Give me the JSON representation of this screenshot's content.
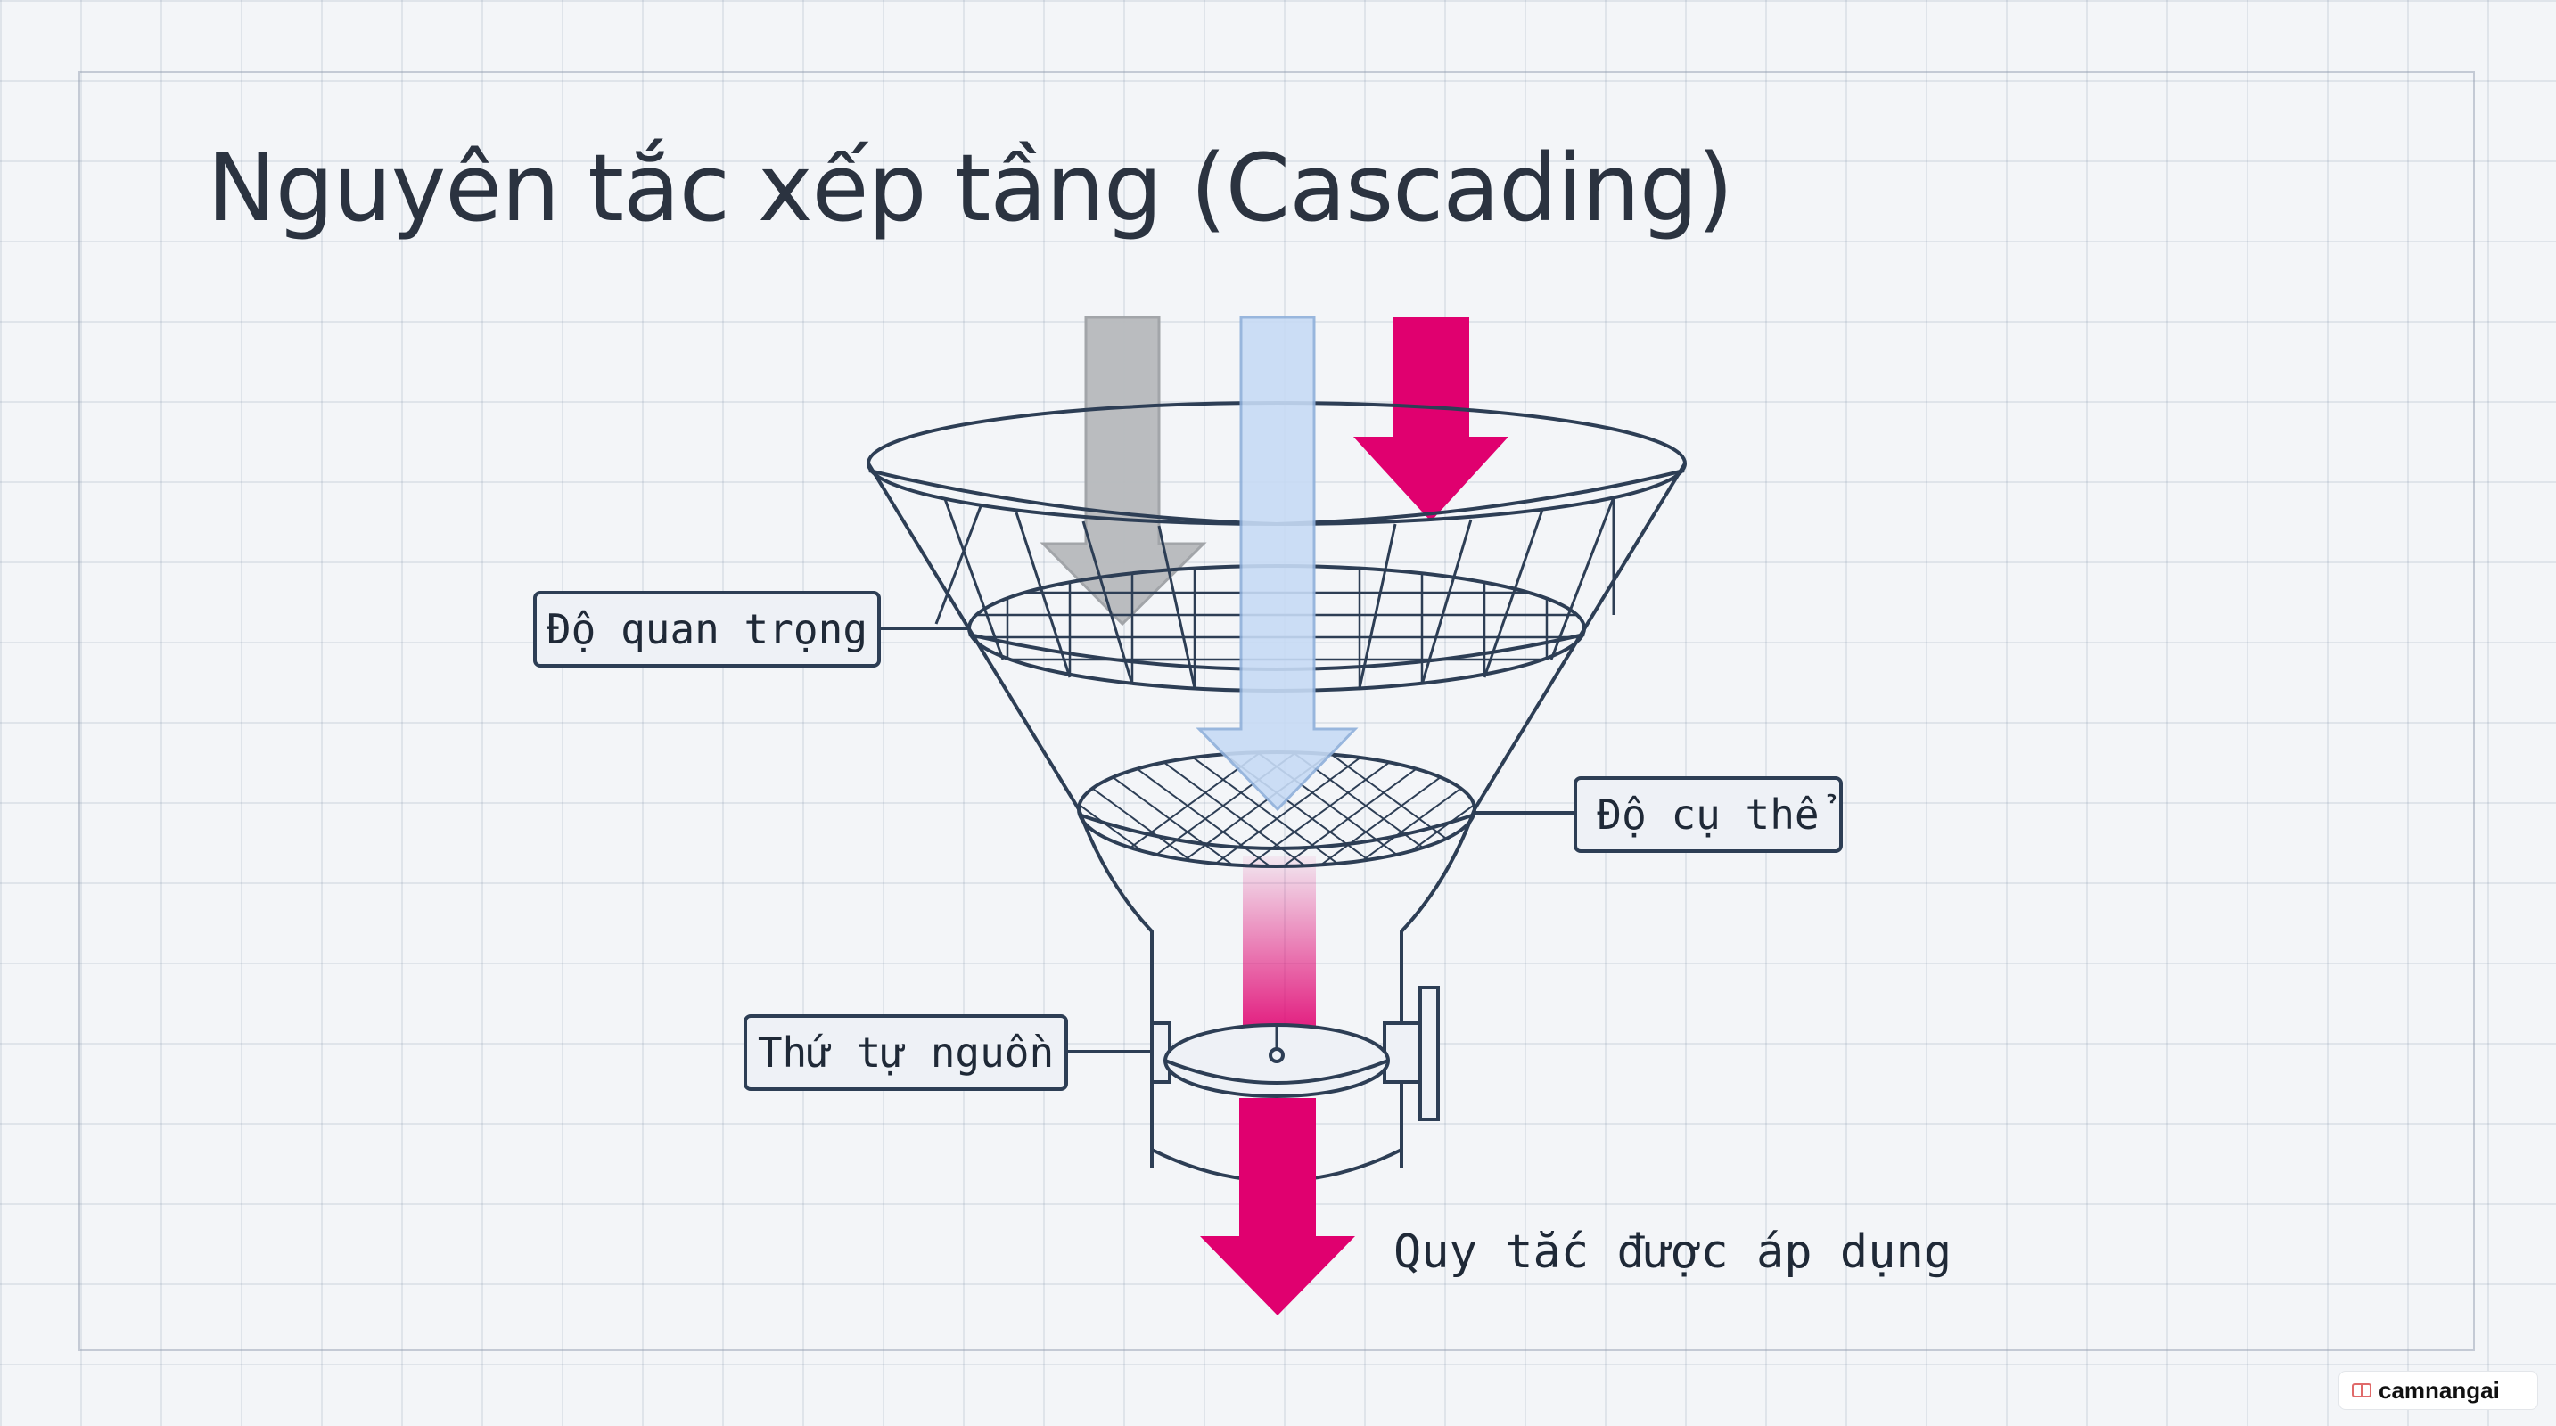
{
  "slide": {
    "title": "Nguyên tắc xếp tầng (Cascading)"
  },
  "diagram": {
    "labels": {
      "importance": "Độ quan trọng",
      "specificity": "Độ cụ thể",
      "source_order": "Thứ tự nguồn"
    },
    "result": "Quy tắc được áp dụng",
    "colors": {
      "arrow_gray": "#b8babd",
      "arrow_blue": "#c7dbf5",
      "arrow_magenta": "#e0006f",
      "line": "#2d3e55"
    },
    "icons": [
      "funnel",
      "mesh-filter",
      "valve",
      "down-arrow"
    ]
  },
  "watermark": {
    "text": "camnangai",
    "icon": "book-icon"
  }
}
